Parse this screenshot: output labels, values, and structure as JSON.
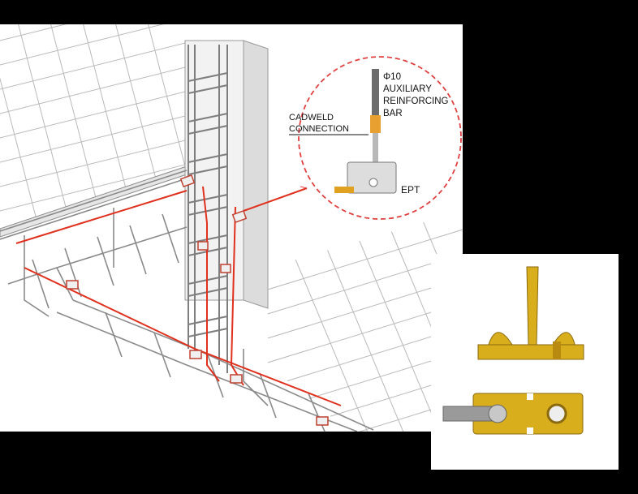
{
  "callout": {
    "bar_label_line1": "Φ10",
    "bar_label_line2": "AUXILIARY",
    "bar_label_line3": "REINFORCING",
    "bar_label_line4": "BAR",
    "cadweld_line1": "CADWELD",
    "cadweld_line2": "CONNECTION",
    "ept_label": "EPT"
  },
  "colors": {
    "grounding_conductor": "#e0301e",
    "rebar": "#8a8a8a",
    "grid": "#b9b9b9",
    "brass": "#d9ae1d",
    "detail_circle": "#e04040",
    "background": "#000000"
  }
}
